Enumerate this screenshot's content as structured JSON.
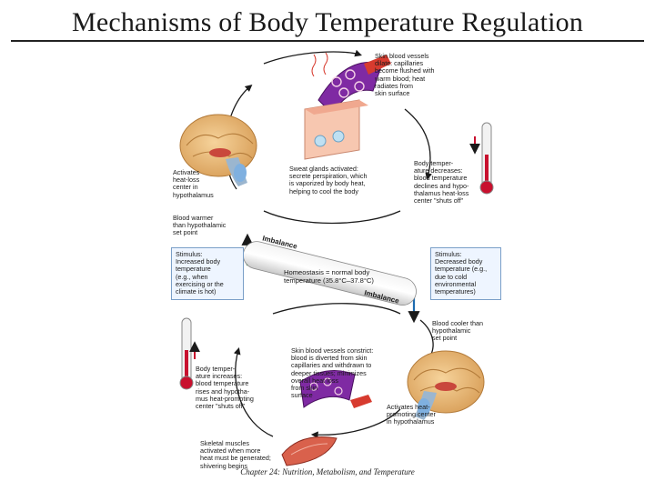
{
  "title": "Mechanisms of Body Temperature Regulation",
  "footer": "Chapter 24: Nutrition, Metabolism, and Temperature",
  "labels": {
    "skin_vessels_dilate": "Skin blood vessels\ndilate: capillaries\nbecome flushed with\nwarm blood; heat\nradiates from\nskin surface",
    "sweat_glands": "Sweat glands activated:\nsecrete perspiration, which\nis vaporized by body heat,\nhelping to cool the body",
    "activates_heat_loss": "Activates\nheat-loss\ncenter in\nhypothalamus",
    "body_temp_decreases": "Body temper-\nature decreases:\nblood temperature\ndeclines and hypo-\nthalamus heat-loss\ncenter \"shuts off\"",
    "blood_warmer": "Blood warmer\nthan hypothalamic\nset point",
    "stimulus_increased": "Stimulus:\nIncreased body\ntemperature\n(e.g., when\nexercising or the\nclimate is hot)",
    "stimulus_decreased": "Stimulus:\nDecreased body\ntemperature (e.g.,\ndue to cold\nenvironmental\ntemperatures)",
    "homeostasis": "Homeostasis = normal body\ntemperature (35.8°C–37.8°C)",
    "imbalance_top": "Imbalance",
    "imbalance_bottom": "Imbalance",
    "blood_cooler": "Blood cooler than\nhypothalamic\nset point",
    "skin_vessels_constrict": "Skin blood vessels constrict:\nblood is diverted from skin\ncapillaries and withdrawn to\ndeeper tissues; minimizes\noverall heat loss\nfrom skin\nsurface",
    "body_temp_increases": "Body temper-\nature increases:\nblood temperature\nrises and hypotha-\nmus heat-promoting\ncenter \"shuts off\"",
    "activates_heat_promoting": "Activates heat-\npromoting center\nin hypothalamus",
    "skeletal_muscles": "Skeletal muscles\nactivated when more\nheat must be generated;\nshivering begins"
  }
}
